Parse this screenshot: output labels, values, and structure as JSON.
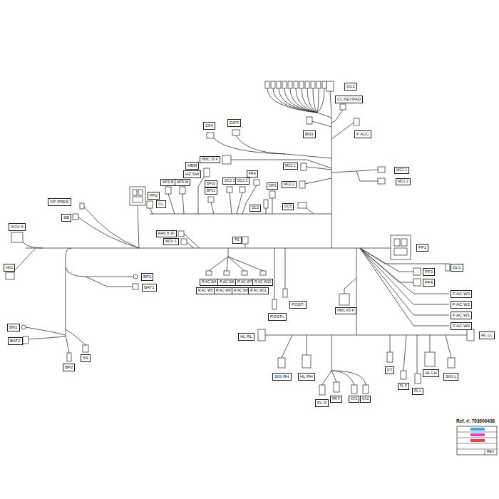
{
  "diagram": {
    "nodes": [
      {
        "text": [
          "DC1"
        ]
      },
      {
        "text": [
          "CL KEYPAD"
        ]
      },
      {
        "text": [
          "BN3"
        ]
      },
      {
        "text": [
          "P ACC"
        ]
      },
      {
        "text": [
          "2X4"
        ]
      },
      {
        "text": [
          "DIFF"
        ]
      },
      {
        "text": [
          "HMC 10 F"
        ]
      },
      {
        "text": [
          "HBM"
        ]
      },
      {
        "text": [
          "HZ SW"
        ]
      },
      {
        "text": [
          "MFS B"
        ]
      },
      {
        "text": [
          "MFS M"
        ]
      },
      {
        "text": [
          "PF2"
        ]
      },
      {
        "text": [
          "CL"
        ]
      },
      {
        "text": [
          "BF01"
        ]
      },
      {
        "text": [
          "BF02"
        ]
      },
      {
        "text": [
          "DC2 1"
        ]
      },
      {
        "text": [
          "DC2 2"
        ]
      },
      {
        "text": [
          "FRA"
        ]
      },
      {
        "text": [
          "DC3"
        ]
      },
      {
        "text": [
          "DPS"
        ]
      },
      {
        "text": [
          "MC2 1"
        ]
      },
      {
        "text": [
          "MC2 2"
        ]
      },
      {
        "text": [
          "DC5"
        ]
      },
      {
        "text": [
          "MC1 1"
        ]
      },
      {
        "text": [
          "MC1 2"
        ]
      },
      {
        "text": [
          "OP PRES"
        ]
      },
      {
        "text": [
          "SB"
        ]
      },
      {
        "text": [
          "XCU A"
        ]
      },
      {
        "text": [
          "HIC"
        ]
      },
      {
        "text": [
          "RAD B 1F"
        ]
      },
      {
        "text": [
          "MCU 1"
        ]
      },
      {
        "text": [
          "PS"
        ]
      },
      {
        "text": [
          "BP1"
        ]
      },
      {
        "text": [
          "BAT1"
        ]
      },
      {
        "text": [
          "BN1"
        ]
      },
      {
        "text": [
          "BAT2"
        ]
      },
      {
        "text": [
          "SS"
        ]
      },
      {
        "text": [
          "BP2"
        ]
      },
      {
        "text": [
          "R AC W4"
        ]
      },
      {
        "text": [
          "R AC W6"
        ]
      },
      {
        "text": [
          "R AC W7"
        ]
      },
      {
        "text": [
          "R AC W10"
        ]
      },
      {
        "text": [
          "R AC W5"
        ]
      },
      {
        "text": [
          "R AC W8"
        ]
      },
      {
        "text": [
          "R AC W9"
        ]
      },
      {
        "text": [
          "R AC W11"
        ]
      },
      {
        "text": [
          "POST-"
        ]
      },
      {
        "text": [
          "POST+"
        ]
      },
      {
        "text": [
          "HMC FD F"
        ]
      },
      {
        "text": [
          "PF1"
        ]
      },
      {
        "text": [
          "DLC"
        ]
      },
      {
        "text": [
          "PF3"
        ]
      },
      {
        "text": [
          "PF4"
        ]
      },
      {
        "text": [
          "F AC W3"
        ]
      },
      {
        "text": [
          "F AC W2"
        ]
      },
      {
        "text": [
          "F AC W1"
        ]
      },
      {
        "text": [
          "F AC W0"
        ]
      },
      {
        "text": [
          "HL RL"
        ]
      },
      {
        "text": [
          "HL LL"
        ]
      },
      {
        "text": [
          "SIG RH"
        ]
      },
      {
        "text": [
          "HL RH"
        ]
      },
      {
        "text": [
          "PL R"
        ]
      },
      {
        "text": [
          "FR F"
        ]
      },
      {
        "text": [
          "KX1"
        ]
      },
      {
        "text": [
          "KX2"
        ]
      },
      {
        "text": [
          "FT"
        ]
      },
      {
        "text": [
          "FL F"
        ]
      },
      {
        "text": [
          "PL L"
        ]
      },
      {
        "text": [
          "HL LH"
        ]
      },
      {
        "text": [
          "SIG L"
        ]
      }
    ],
    "labels": [
      "Ref. #: 703000436",
      "REV"
    ]
  }
}
